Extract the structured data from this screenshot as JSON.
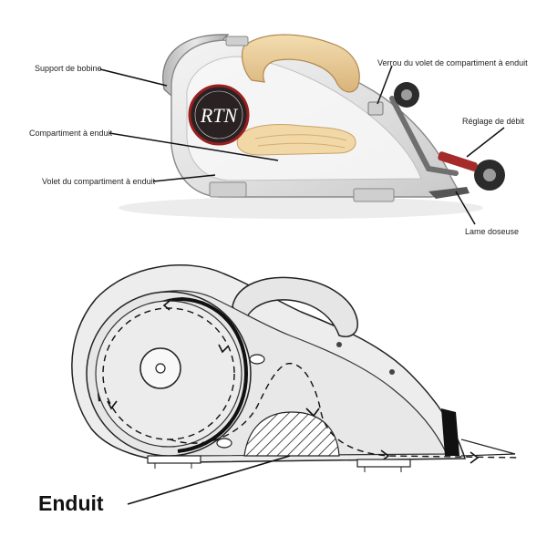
{
  "photo": {
    "labels": {
      "bobbin_support": "Support de bobine",
      "compound_compartment": "Compartiment à enduit",
      "compartment_door": "Volet du compartiment à enduit",
      "door_lock": "Verrou du volet de compartiment à enduit",
      "flow_adjustment": "Réglage de débit",
      "metering_blade": "Lame doseuse"
    },
    "logo_text": "RTN"
  },
  "diagram": {
    "compound_label": "Enduit"
  }
}
